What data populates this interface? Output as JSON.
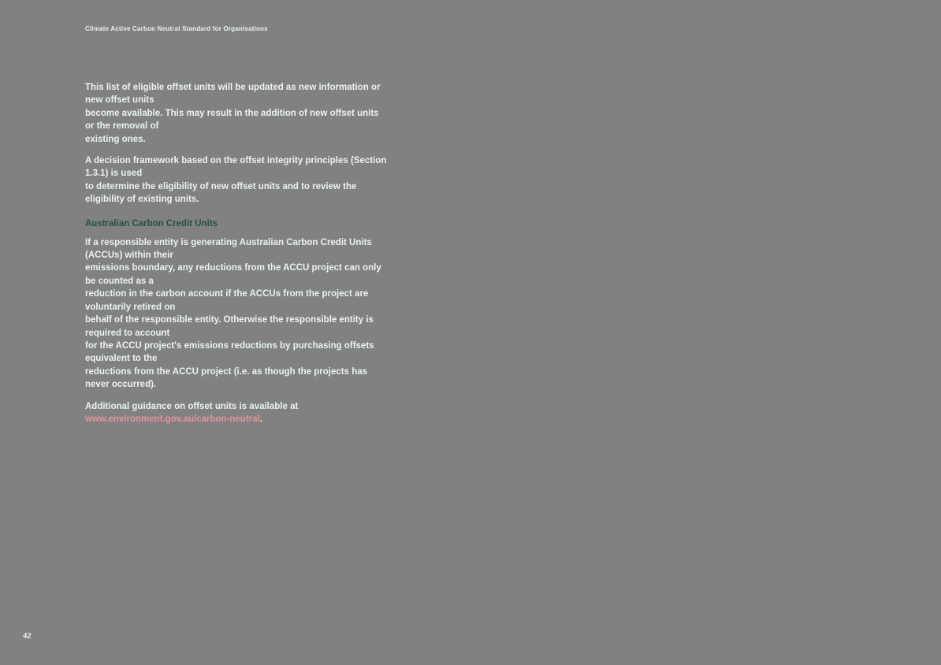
{
  "page": {
    "running_header": "Climate Active Carbon Neutral Standard for Organisations",
    "page_number": "42"
  },
  "content": {
    "paragraph_1": "This list of eligible offset units will be updated as new information or new offset units\nbecome available. This may result in the addition of new offset units or the removal of\nexisting ones.",
    "paragraph_2": "A decision framework based on the offset integrity principles (Section 1.3.1) is used\nto determine the eligibility of new offset units and to review the eligibility of existing units.",
    "section_heading": "Australian Carbon Credit Units",
    "paragraph_3": "If a responsible entity is generating Australian Carbon Credit Units (ACCUs) within their\nemissions boundary, any reductions from the ACCU project can only be counted as a\nreduction in the carbon account if the ACCUs from the project are voluntarily retired on\nbehalf of the responsible entity. Otherwise the responsible entity is required to account\nfor the ACCU project's emissions reductions by purchasing offsets equivalent to the\nreductions from the ACCU project (i.e. as though the projects has never occurred).",
    "paragraph_4_prefix": "Additional guidance on offset units is available at ",
    "link_text": "www.environment.gov.au/carbon-neutral",
    "paragraph_4_suffix": "."
  },
  "colors": {
    "background": "#818181",
    "body_text": "#e9f4ee",
    "heading": "#23514a",
    "link": "#e2949c"
  }
}
